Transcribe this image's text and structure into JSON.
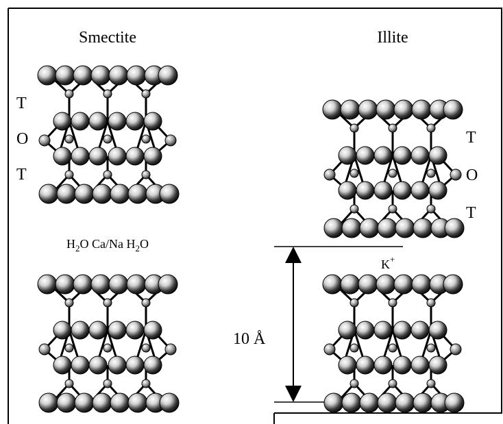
{
  "panels": {
    "smectite": {
      "title": "Smectite",
      "tot_labels": [
        "T",
        "O",
        "T"
      ],
      "interlayer": {
        "part1": "H",
        "sub1": "2",
        "part2": "O Ca/Na H",
        "sub2": "2",
        "part3": "O"
      }
    },
    "illite": {
      "title": "Illite",
      "tot_labels": [
        "T",
        "O",
        "T"
      ],
      "interlayer": {
        "base": "K",
        "sup": "+"
      },
      "spacing_label": "10 Å"
    }
  },
  "colors": {
    "ink": "#000000",
    "background": "#ffffff"
  }
}
